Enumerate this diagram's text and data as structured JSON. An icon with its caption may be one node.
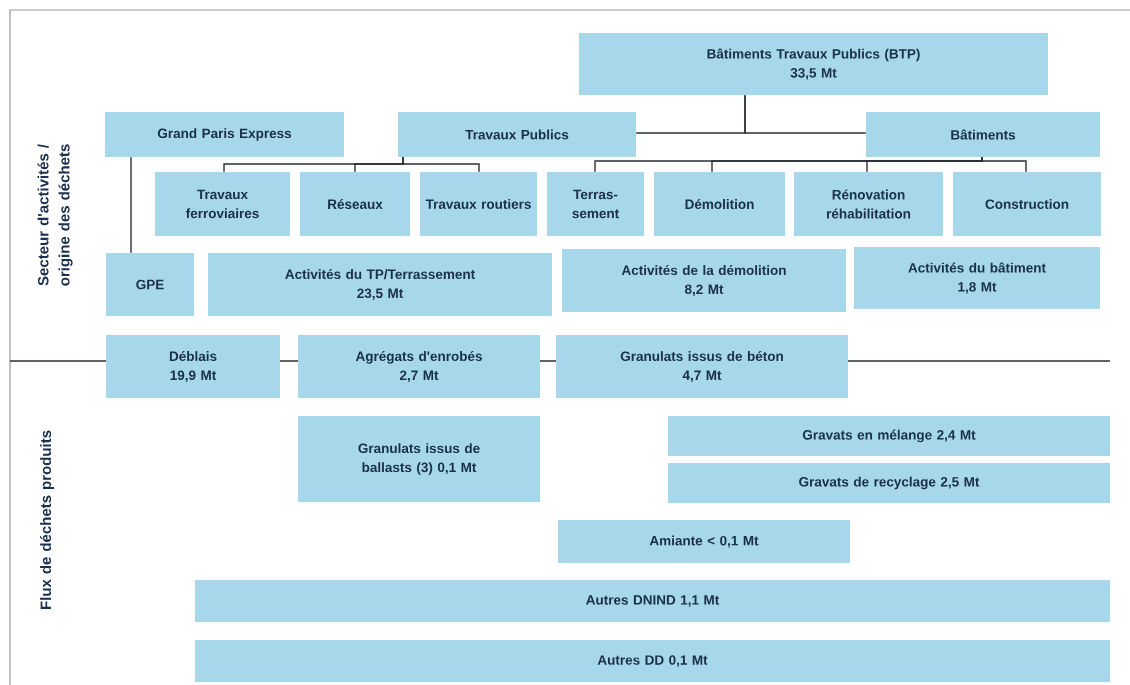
{
  "diagram": {
    "nodes": [
      {
        "text": [
          "Bâtiments Travaux Publics (BTP)",
          "33,5 Mt"
        ]
      },
      {
        "text": [
          "Grand Paris Express"
        ]
      },
      {
        "text": [
          "Travaux Publics"
        ]
      },
      {
        "text": [
          "Bâtiments"
        ]
      },
      {
        "text": [
          "Travaux ferroviaires"
        ]
      },
      {
        "text": [
          "Réseaux"
        ]
      },
      {
        "text": [
          "Travaux routiers"
        ]
      },
      {
        "text": [
          "Terras-sement"
        ]
      },
      {
        "text": [
          "Démolition"
        ]
      },
      {
        "text": [
          "Rénovation réhabilitation"
        ]
      },
      {
        "text": [
          "Construction"
        ]
      },
      {
        "text": [
          "GPE"
        ]
      },
      {
        "text": [
          "Activités du TP/Terrassement",
          "23,5 Mt"
        ]
      },
      {
        "text": [
          "Activités de la démolition",
          "8,2 Mt"
        ]
      },
      {
        "text": [
          "Activités du bâtiment",
          "1,8 Mt"
        ]
      },
      {
        "text": [
          "Déblais",
          "19,9 Mt"
        ]
      },
      {
        "text": [
          "Agrégats d'enrobés",
          "2,7 Mt"
        ]
      },
      {
        "text": [
          "Granulats issus de béton",
          "4,7 Mt"
        ]
      },
      {
        "text": [
          "Granulats issus de ballasts (3) 0,1 Mt"
        ]
      },
      {
        "text": [
          "Gravats en mélange 2,4 Mt"
        ]
      },
      {
        "text": [
          "Gravats de recyclage 2,5 Mt"
        ]
      },
      {
        "text": [
          "Amiante < 0,1 Mt"
        ]
      },
      {
        "text": [
          "Autres DNIND 1,1 Mt"
        ]
      },
      {
        "text": [
          "Autres DD 0,1 Mt"
        ]
      }
    ],
    "edges": [
      {
        "from": 0,
        "to": 2,
        "arrow": "none"
      },
      {
        "from": 0,
        "to": 3,
        "arrow": "none"
      },
      {
        "from": 2,
        "to": 4,
        "arrow": "none"
      },
      {
        "from": 2,
        "to": 5,
        "arrow": "none"
      },
      {
        "from": 2,
        "to": 6,
        "arrow": "none"
      },
      {
        "from": 3,
        "to": 7,
        "arrow": "none"
      },
      {
        "from": 3,
        "to": 8,
        "arrow": "none"
      },
      {
        "from": 3,
        "to": 9,
        "arrow": "none"
      },
      {
        "from": 3,
        "to": 10,
        "arrow": "none"
      },
      {
        "from": 1,
        "to": 11,
        "arrow": "none"
      }
    ],
    "labels": [
      "Secteur d'activités / origine des déchets",
      "Flux de déchets produits"
    ]
  }
}
